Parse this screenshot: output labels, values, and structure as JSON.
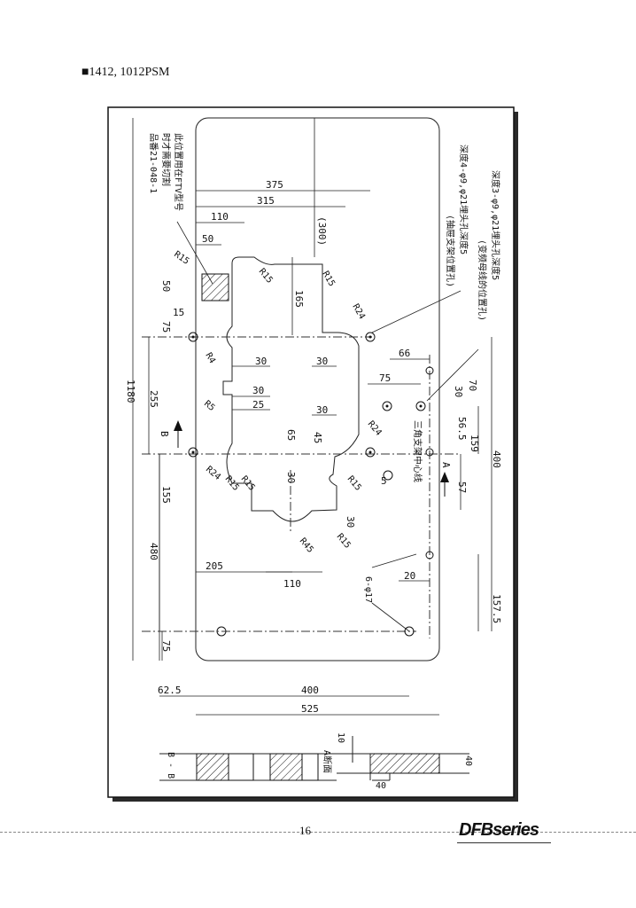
{
  "header": {
    "title": "■1412, 1012PSM"
  },
  "drawing": {
    "dims": {
      "d375": "375",
      "d315": "315",
      "d110_top": "110",
      "d50_top": "50",
      "d300": "(300)",
      "d165": "165",
      "d50_left": "50",
      "d15": "15",
      "d75_left": "75",
      "d1180": "1180",
      "d255": "255",
      "d155": "155",
      "d480": "480",
      "d75_bottom": "75",
      "d30_a": "30",
      "d30_b": "30",
      "d30_c": "30",
      "d25": "25",
      "d30_d": "30",
      "d65": "65",
      "d45": "45",
      "d30_e": "30",
      "d30_f": "30",
      "d205": "205",
      "d110_bottom": "110",
      "d66": "66",
      "d75_right": "75",
      "d30_right": "30",
      "d70": "70",
      "d56_5": "56.5",
      "d159": "159",
      "d400_v": "400",
      "d57": "57",
      "d5": "5",
      "d20": "20",
      "d157_5": "157.5",
      "d62_5": "62.5",
      "d400_h": "400",
      "d525": "525"
    },
    "radii": {
      "r15_a": "R15",
      "r15_b": "R15",
      "r15_c": "R15",
      "r24_a": "R24",
      "r4_a": "R4",
      "r5": "R5",
      "r24_b": "R24",
      "r24_c": "R24",
      "r15_d": "R15",
      "r15_e": "R15",
      "r15_f": "R15",
      "r45": "R45",
      "r15_g": "R15"
    },
    "labels": {
      "section_b_arrow": "B",
      "section_a_arrow": "A",
      "note_left_1": "此位置用在FTV型号",
      "note_left_2": "时才需要切割",
      "note_left_3": "品番21-048-1",
      "note_right_1": "深度3-φ9,φ21埋头孔深度5",
      "note_right_2": "(变频母线的位置孔)",
      "note_right_3": "深度4-φ9,φ21埋头孔深度5",
      "note_right_4": "(抽屉支架位置孔)",
      "triangle_note": "三角支架中心线",
      "holes": "6-φ17"
    },
    "sections": {
      "bb_label": "B - B",
      "a_label": "A断面",
      "d10": "10",
      "d40_h": "40",
      "d40_v": "40"
    }
  },
  "footer": {
    "page_number": "16",
    "brand": "DFBseries"
  }
}
